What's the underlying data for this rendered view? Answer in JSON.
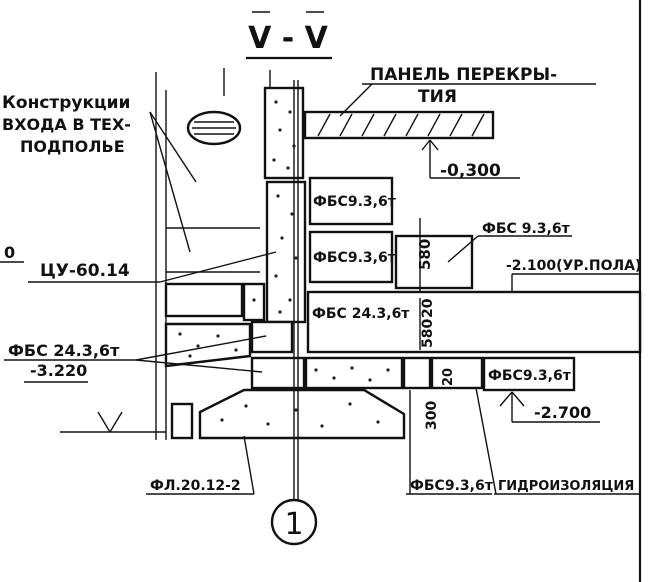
{
  "section_title": "V - V",
  "labels": {
    "panel_line1": "ПАНЕЛЬ ПЕРЕКРЫ-",
    "panel_line2": "ТИЯ",
    "construction_line1": "Конструкции",
    "construction_line2": "ВХОДА В ТЕХ-",
    "construction_line3": "ПОДПОЛЬЕ",
    "elev_top": "-0,300",
    "fbs_upper_1": "ФБС9.3,6т",
    "fbs_upper_2": "ФБС9.3,6т",
    "fbs_right_top": "ФБС 9.3,6т",
    "dim_580_a": "580",
    "elev_floor": "-2.100(УР.ПОЛА)",
    "cu": "ЦУ-60.14",
    "fbs_24_long": "ФБС 24.3,6т",
    "dim_20_a": "20",
    "dim_580_b": "580",
    "dim_20_b": "20",
    "fbs_24_left": "ФБС 24.3,6т",
    "elev_left": "-3.220",
    "fbs_right_bottom": "ФБС9.3,6т",
    "elev_right": "-2.700",
    "dim_300": "300",
    "fl": "ФЛ.20.12-2",
    "fbs_bottom": "ФБС9.3,6т",
    "waterproof": "ГИДРОИЗОЛЯЦИЯ",
    "axis": "1",
    "edge_zero": "0"
  },
  "colors": {
    "ink": "#111111",
    "paper": "#ffffff"
  }
}
